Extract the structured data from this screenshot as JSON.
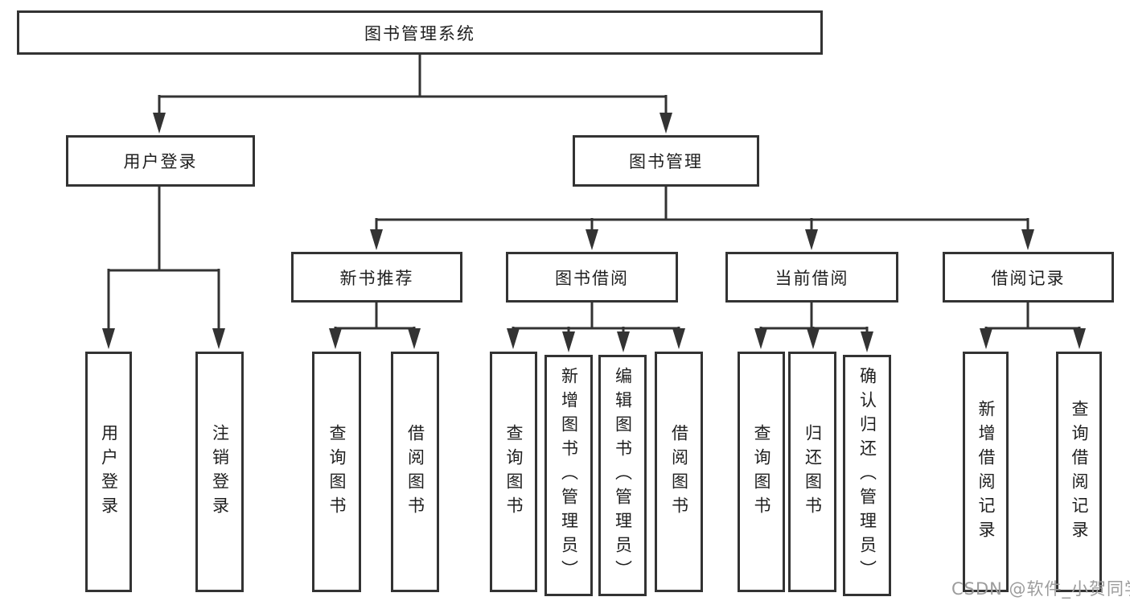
{
  "tree": {
    "root": "图书管理系统",
    "branches": [
      {
        "label": "用户登录",
        "children": [
          "用户登录",
          "注销登录"
        ]
      },
      {
        "label": "图书管理",
        "sections": [
          {
            "label": "新书推荐",
            "children": [
              "查询图书",
              "借阅图书"
            ]
          },
          {
            "label": "图书借阅",
            "children": [
              "查询图书",
              "新增图书（管理员）",
              "编辑图书（管理员）",
              "借阅图书"
            ]
          },
          {
            "label": "当前借阅",
            "children": [
              "查询图书",
              "归还图书",
              "确认归还（管理员）"
            ]
          },
          {
            "label": "借阅记录",
            "children": [
              "新增借阅记录",
              "查询借阅记录"
            ]
          }
        ]
      }
    ]
  },
  "watermark": {
    "text": "CSDN @软件_小贺同学"
  },
  "colors": {
    "line": "#333333",
    "text": "#1f1f1f",
    "watermark": "#9c9c9c",
    "background": "#ffffff"
  }
}
